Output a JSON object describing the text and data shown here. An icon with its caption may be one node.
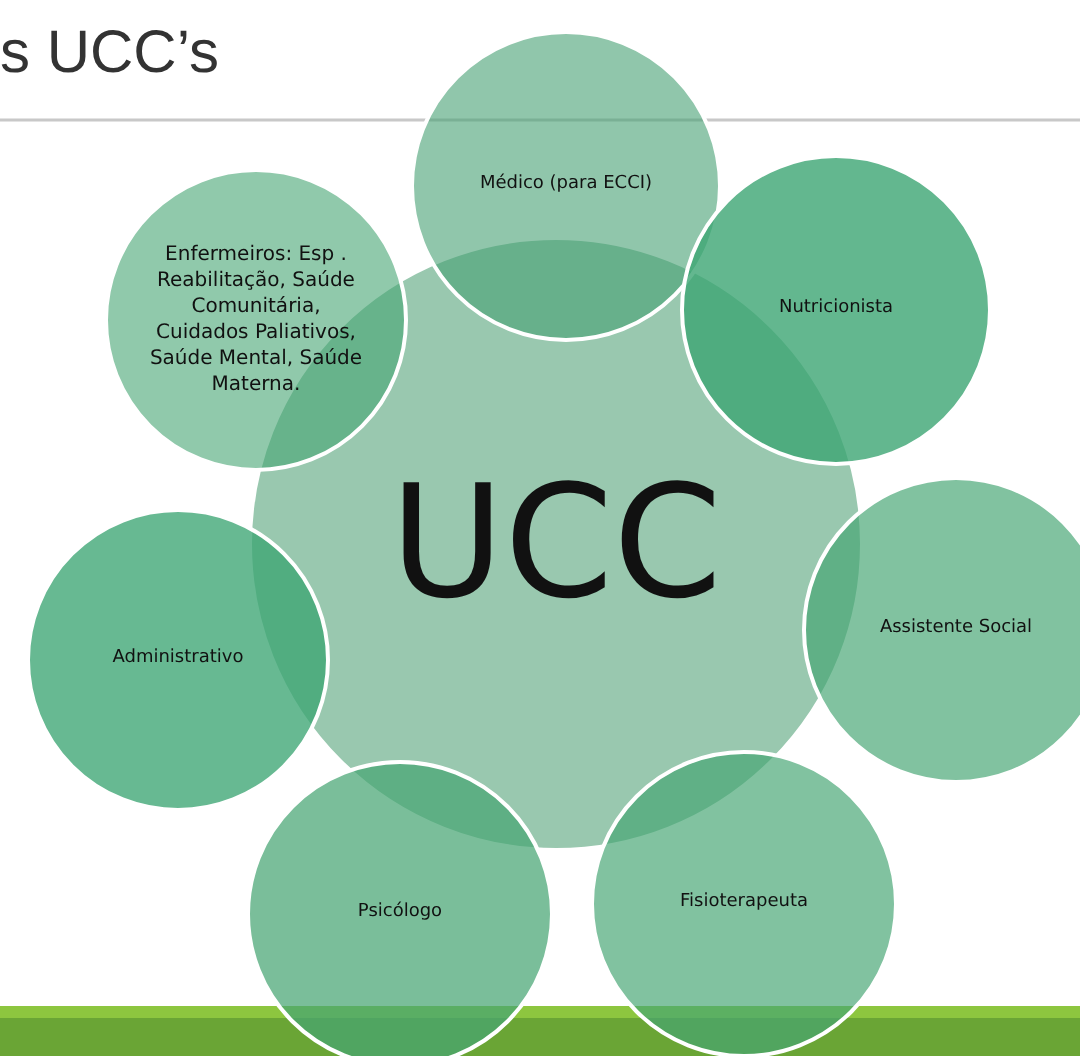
{
  "diagram": {
    "title": "s UCC’s",
    "nodes": [
      {
        "text": [
          "UCC"
        ]
      },
      {
        "text": [
          "Médico (para ECCI)"
        ]
      },
      {
        "text": [
          "Enfermeiros: Esp . Reabilitação, Saúde Comunitária, Cuidados Paliativos, Saúde Mental, Saúde Materna."
        ]
      },
      {
        "text": [
          "Nutricionista"
        ]
      },
      {
        "text": [
          "Administrativo"
        ]
      },
      {
        "text": [
          "Assistente Social"
        ]
      },
      {
        "text": [
          "Psicólogo"
        ]
      },
      {
        "text": [
          "Fisioterapeuta"
        ]
      }
    ]
  }
}
